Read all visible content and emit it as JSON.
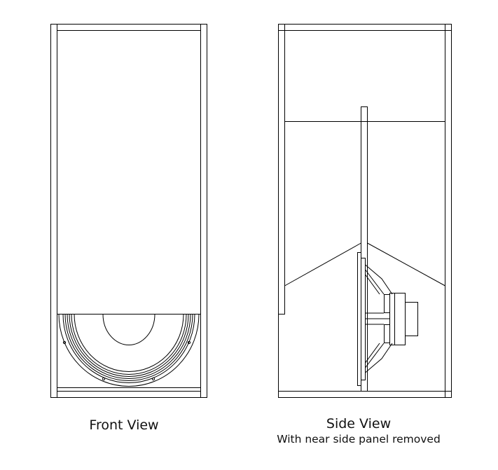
{
  "front_view": {
    "caption": "Front View"
  },
  "side_view": {
    "caption": "Side View",
    "subcaption": "With near side panel removed"
  },
  "colors": {
    "line": "#000000",
    "background": "#ffffff"
  }
}
